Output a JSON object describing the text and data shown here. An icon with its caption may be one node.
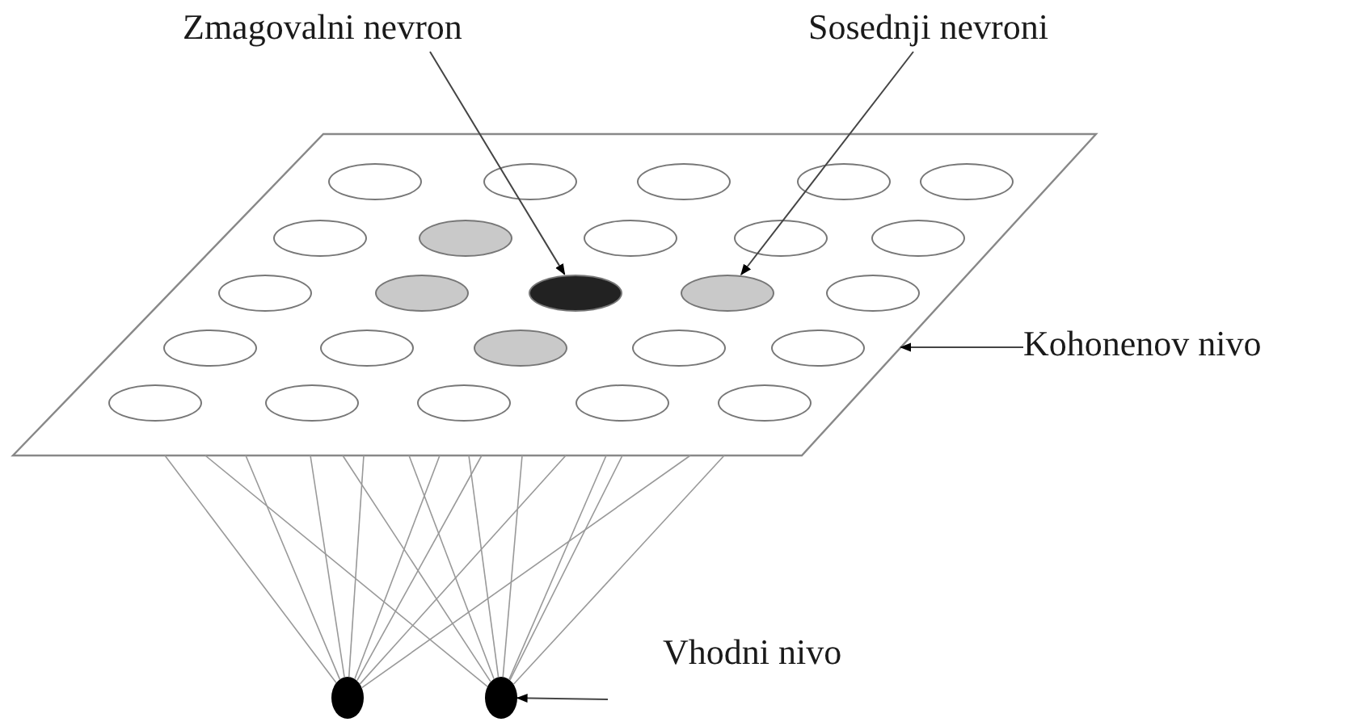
{
  "diagram": {
    "nodes": [
      {
        "text": [
          "Zmagovalni nevron"
        ]
      },
      {
        "text": [
          "Sosednji nevroni"
        ]
      },
      {
        "text": [],
        "shape": "box"
      },
      {
        "text": [],
        "shape": "circle",
        "in": 2
      },
      {
        "text": [],
        "shape": "circle",
        "in": 2
      },
      {
        "text": [],
        "shape": "circle",
        "in": 2
      },
      {
        "text": [],
        "shape": "circle",
        "in": 2
      },
      {
        "text": [],
        "shape": "circle",
        "in": 2
      },
      {
        "text": [],
        "shape": "circle",
        "in": 2
      },
      {
        "text": [],
        "shape": "circle",
        "in": 2
      },
      {
        "text": [],
        "shape": "circle",
        "in": 2
      },
      {
        "text": [],
        "shape": "circle",
        "in": 2
      },
      {
        "text": [],
        "shape": "circle",
        "in": 2
      },
      {
        "text": [],
        "shape": "circle",
        "in": 2
      },
      {
        "text": [],
        "shape": "circle",
        "in": 2
      },
      {
        "text": [],
        "shape": "circle",
        "in": 2
      },
      {
        "text": [],
        "shape": "circle",
        "in": 2
      },
      {
        "text": [],
        "shape": "circle",
        "in": 2
      },
      {
        "text": [],
        "shape": "circle",
        "in": 2
      },
      {
        "text": [],
        "shape": "circle",
        "in": 2
      },
      {
        "text": [],
        "shape": "circle",
        "in": 2
      },
      {
        "text": [],
        "shape": "circle",
        "in": 2
      },
      {
        "text": [],
        "shape": "circle",
        "in": 2
      },
      {
        "text": [],
        "shape": "circle",
        "in": 2
      },
      {
        "text": [],
        "shape": "circle",
        "in": 2
      },
      {
        "text": [],
        "shape": "circle",
        "in": 2
      },
      {
        "text": [],
        "shape": "circle",
        "in": 2
      },
      {
        "text": [],
        "shape": "circle",
        "in": 2
      },
      {
        "text": [
          "Kohonenov nivo"
        ]
      },
      {
        "text": [
          "Vhodni nivo"
        ]
      },
      {
        "text": [],
        "shape": "circle"
      },
      {
        "text": [],
        "shape": "circle"
      }
    ],
    "edges": [
      {
        "from": 0,
        "to": 15,
        "arrow": "to"
      },
      {
        "from": 1,
        "to": 16,
        "arrow": "to"
      },
      {
        "from": 28,
        "to": 2,
        "arrow": "to"
      },
      {
        "from": 29,
        "to": 31,
        "arrow": "to"
      },
      {
        "from": 30,
        "to": 2,
        "arrow": "none"
      },
      {
        "from": 30,
        "to": 2,
        "arrow": "none"
      },
      {
        "from": 30,
        "to": 2,
        "arrow": "none"
      },
      {
        "from": 30,
        "to": 2,
        "arrow": "none"
      },
      {
        "from": 30,
        "to": 2,
        "arrow": "none"
      },
      {
        "from": 30,
        "to": 2,
        "arrow": "none"
      },
      {
        "from": 30,
        "to": 2,
        "arrow": "none"
      },
      {
        "from": 30,
        "to": 2,
        "arrow": "none"
      },
      {
        "from": 31,
        "to": 2,
        "arrow": "none"
      },
      {
        "from": 31,
        "to": 2,
        "arrow": "none"
      },
      {
        "from": 31,
        "to": 2,
        "arrow": "none"
      },
      {
        "from": 31,
        "to": 2,
        "arrow": "none"
      },
      {
        "from": 31,
        "to": 2,
        "arrow": "none"
      },
      {
        "from": 31,
        "to": 2,
        "arrow": "none"
      },
      {
        "from": 31,
        "to": 2,
        "arrow": "none"
      },
      {
        "from": 31,
        "to": 2,
        "arrow": "none"
      }
    ]
  }
}
